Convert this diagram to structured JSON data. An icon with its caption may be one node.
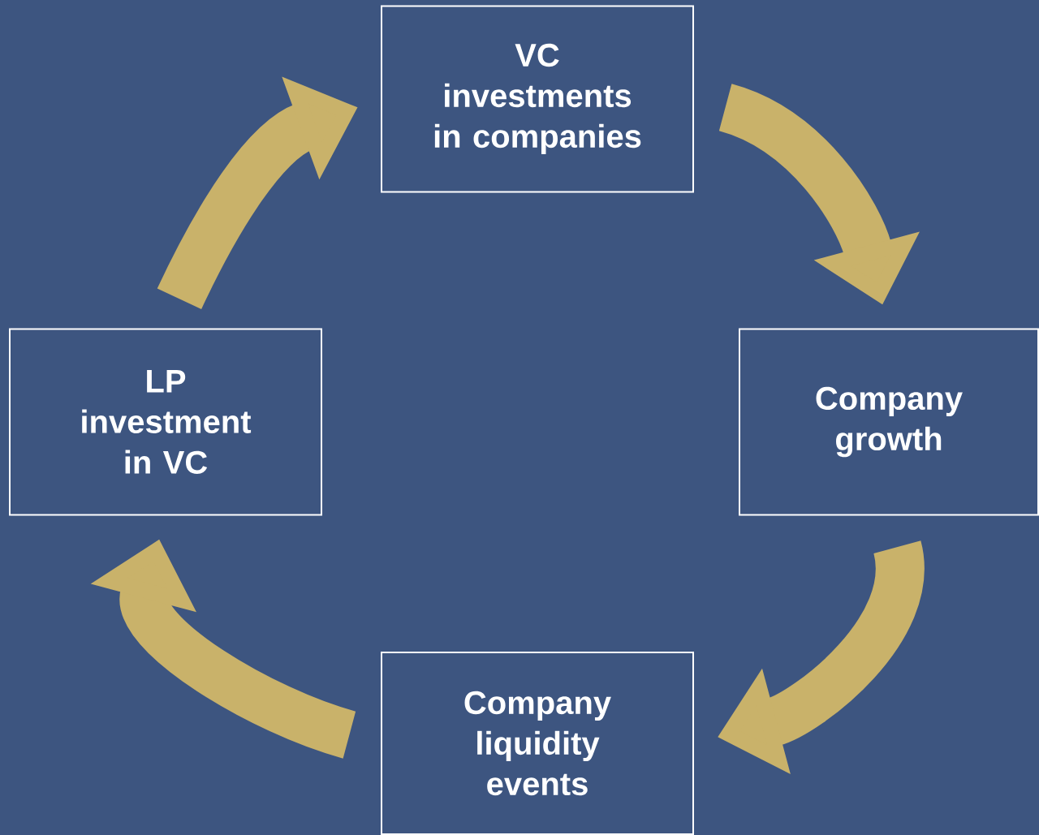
{
  "diagram": {
    "nodes": [
      {
        "text": [
          "VC investments in companies"
        ]
      },
      {
        "text": [
          "Company growth"
        ]
      },
      {
        "text": [
          "Company liquidity events"
        ]
      },
      {
        "text": [
          "LP investment in VC"
        ]
      }
    ],
    "edges": [
      {
        "from": 3,
        "to": 0,
        "arrow": "to"
      },
      {
        "from": 0,
        "to": 1,
        "arrow": "to"
      },
      {
        "from": 1,
        "to": 2,
        "arrow": "to"
      },
      {
        "from": 2,
        "to": 3,
        "arrow": "to"
      }
    ]
  }
}
